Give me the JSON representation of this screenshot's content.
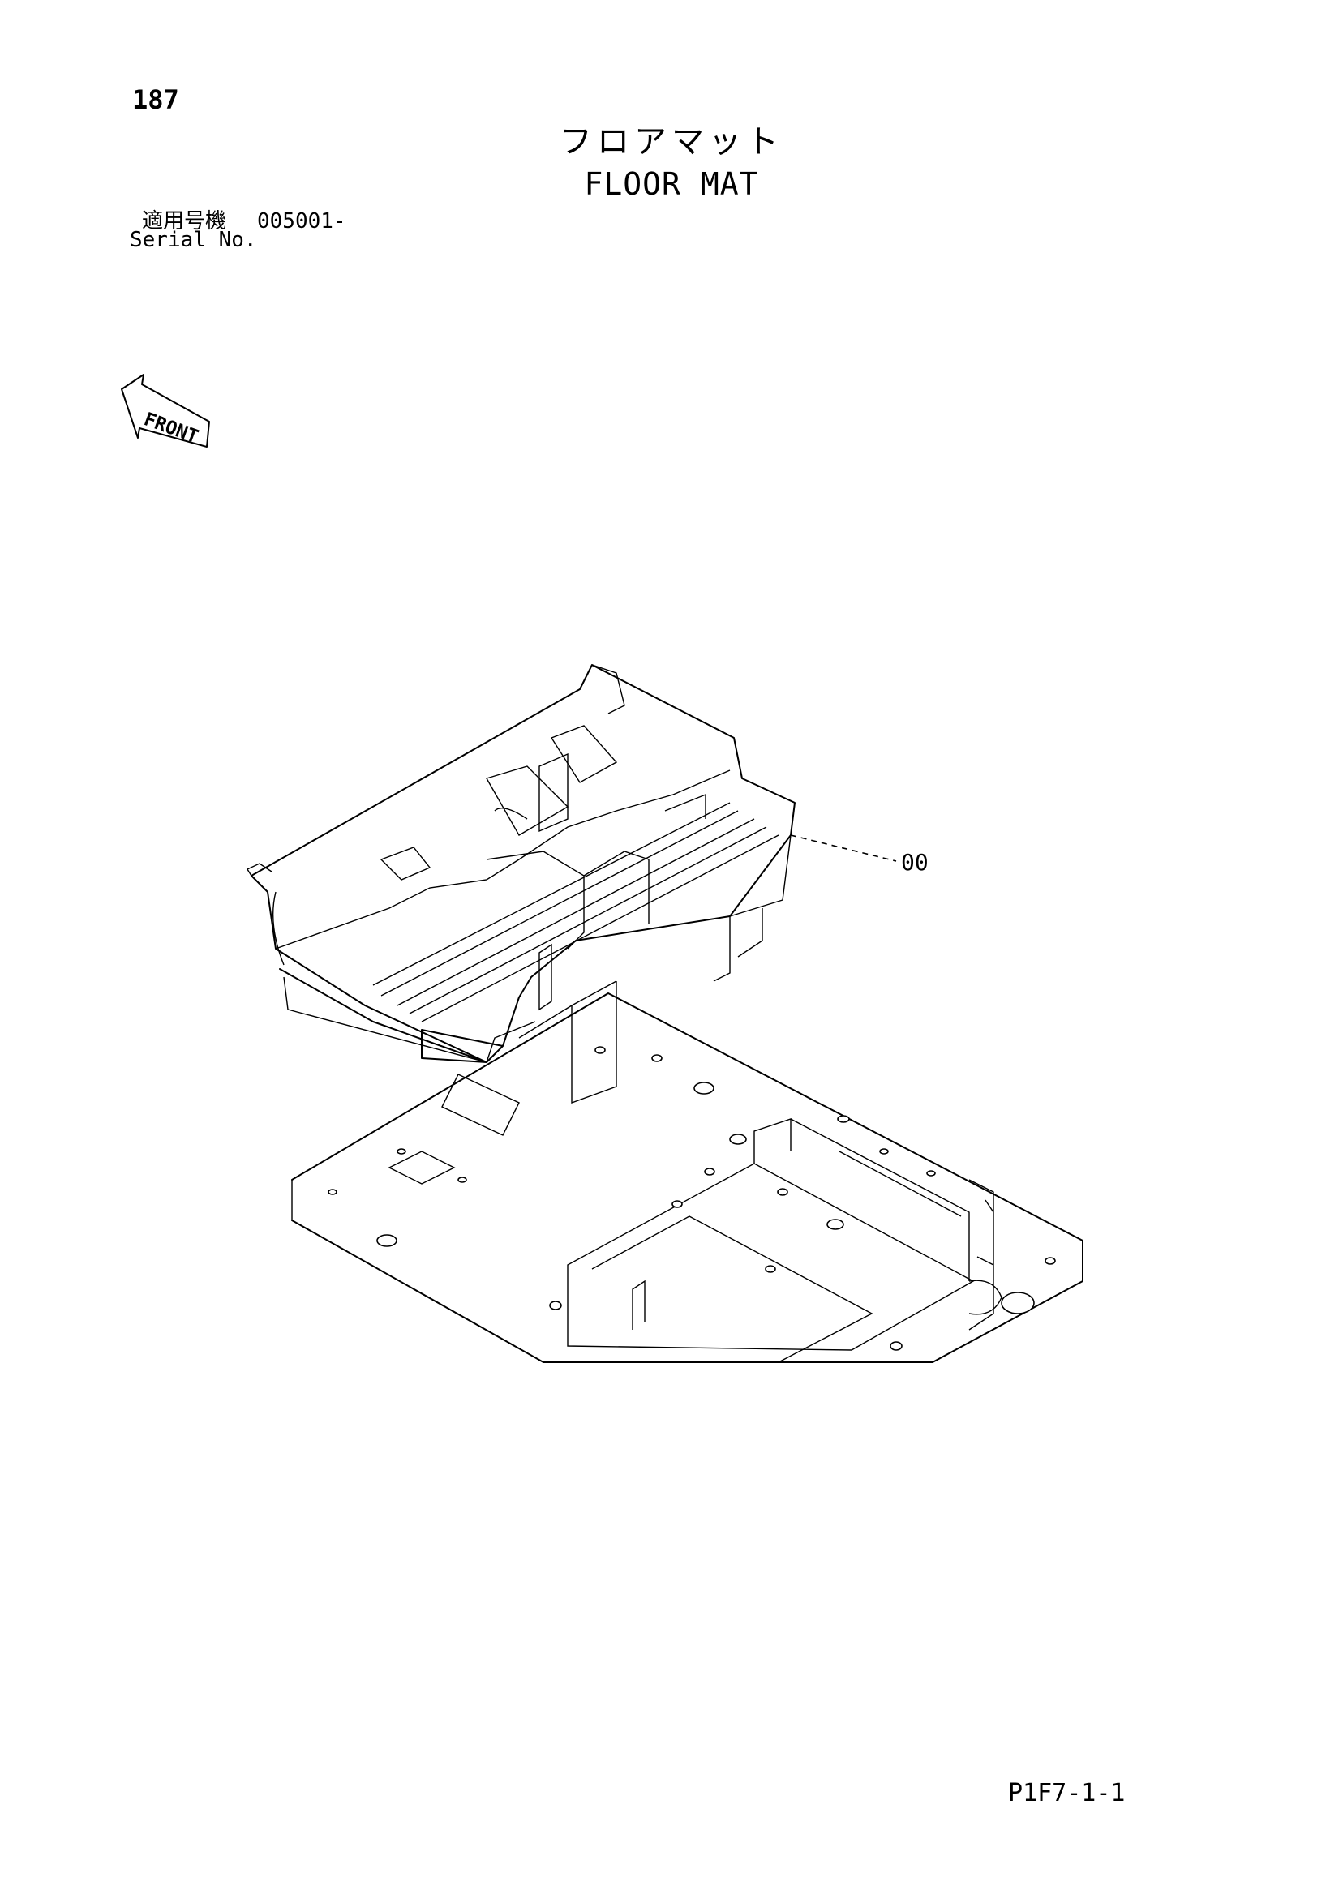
{
  "page": {
    "page_number": "187",
    "title_ja": "フロアマット",
    "title_en": "FLOOR MAT",
    "serial_label_ja": "適用号機",
    "serial_value": "005001-",
    "serial_label_en": "Serial No.",
    "figure_code": "P1F7-1-1"
  },
  "diagram": {
    "front_arrow_label": "FRONT",
    "callouts": [
      {
        "label": "00",
        "part": "floor-mat"
      }
    ]
  }
}
